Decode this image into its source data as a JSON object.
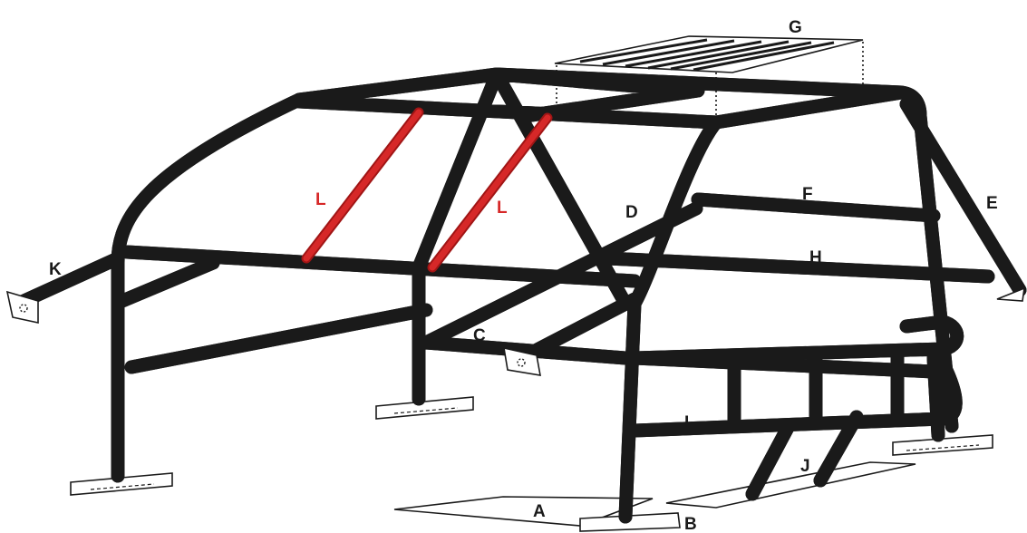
{
  "labels": {
    "A": "A",
    "B": "B",
    "C": "C",
    "D": "D",
    "E": "E",
    "F": "F",
    "G": "G",
    "H": "H",
    "I": "I",
    "J": "J",
    "K": "K",
    "L1": "L",
    "L2": "L"
  },
  "colors": {
    "tube": "#1a1a1a",
    "highlight": "#d62828",
    "background": "#ffffff"
  }
}
